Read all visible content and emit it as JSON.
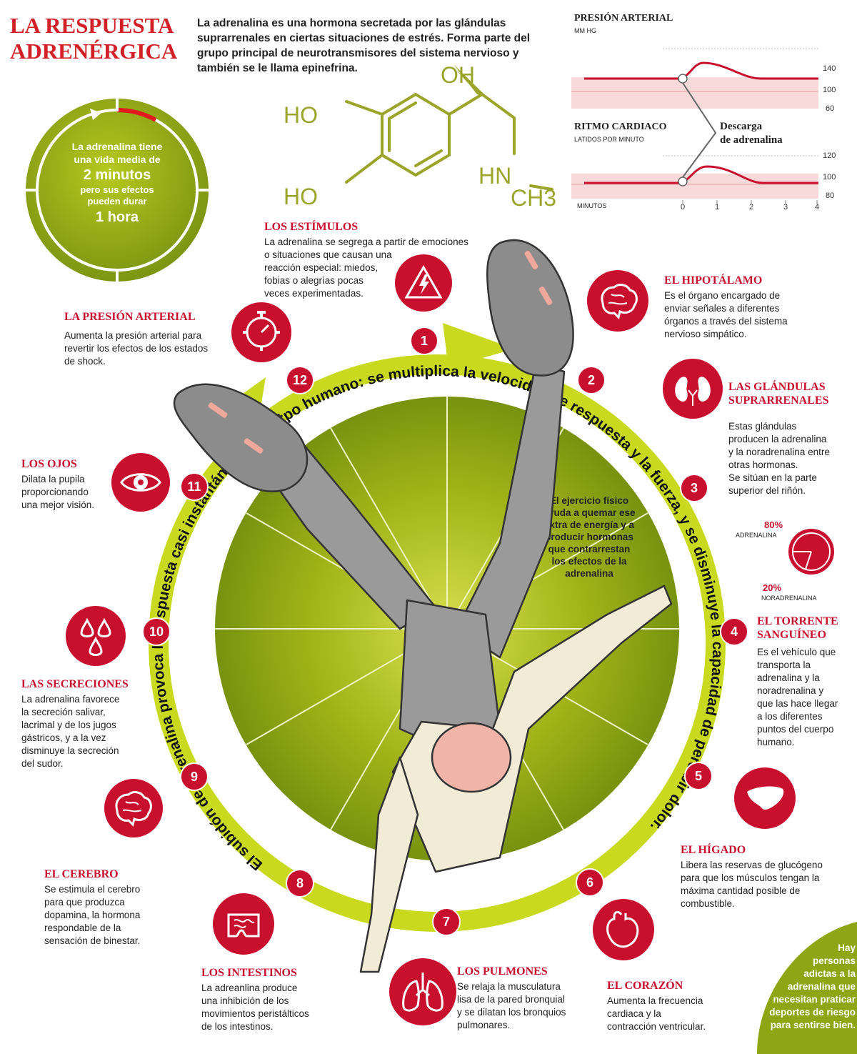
{
  "title": {
    "line1": "LA RESPUESTA",
    "line2": "ADRENÉRGICA"
  },
  "intro": "La adrenalina es una hormona secretada por las glándulas suprarrenales en ciertas situaciones de estrés. Forma parte del grupo principal de neurotransmisores del sistema nervioso y también se le llama epinefrina.",
  "molecule": {
    "oh": "OH",
    "ho1": "HO",
    "ho2": "HO",
    "hn": "HN",
    "ch3": "CH3"
  },
  "timer": {
    "line1": "La adrenalina tiene",
    "line2": "una vida media de",
    "big1": "2 minutos",
    "line3": "pero sus efectos",
    "line4": "pueden durar",
    "big2": "1 hora",
    "red_fraction": 0.08
  },
  "graphs": {
    "bp_title": "PRESIÓN ARTERIAL",
    "bp_unit": "MM HG",
    "bp_ticks": [
      "140",
      "100",
      "60"
    ],
    "hr_title": "RITMO CARDIACO",
    "hr_unit": "LATIDOS POR MINUTO",
    "hr_ticks": [
      "120",
      "100",
      "80"
    ],
    "descarga": [
      "Descarga",
      "de adrenalina"
    ],
    "x_label": "MINUTOS",
    "x_ticks": [
      "0",
      "1",
      "2",
      "3",
      "4"
    ]
  },
  "ring_text": "El subidón de adrenalina provoca la respuesta casi instantánea del cuerpo humano:  se multiplica la velocidad de respuesta y la fuerza, y se disminuye la capacidad de percibir dolor.",
  "center_note": [
    "El ejercicio físico",
    "ayuda a quemar ese",
    "extra de energía y a",
    "producir hormonas",
    "que contrarrestan",
    "los efectos de la",
    "adrenalina"
  ],
  "numbers": [
    "1",
    "2",
    "3",
    "4",
    "5",
    "6",
    "7",
    "8",
    "9",
    "10",
    "11",
    "12"
  ],
  "ratio": {
    "adr_pct": "80%",
    "adr_label": "ADRENALINA",
    "nor_pct": "20%",
    "nor_label": "NORADRENALINA",
    "adr_value": 80,
    "nor_value": 20
  },
  "sections": {
    "estimulos": {
      "title": "LOS ESTÍMULOS",
      "lines": [
        "La adrenalina se segrega a partir de emociones",
        "o situaciones que causan una",
        "reacción especial: miedos,",
        "fobias o alegrías pocas",
        "veces experimentadas."
      ]
    },
    "hipotalamo": {
      "title": "EL HIPOTÁLAMO",
      "lines": [
        "Es el órgano encargado de",
        "enviar señales a diferentes",
        "órganos a través del sistema",
        "nervioso simpático."
      ]
    },
    "glandulas": {
      "title1": "LAS GLÁNDULAS",
      "title2": "SUPRARRENALES",
      "lines": [
        "Estas glándulas",
        "producen la adrenalina",
        "y la noradrenalina entre",
        "otras hormonas.",
        "Se sitúan en la parte",
        "superior del riñón."
      ]
    },
    "torrente": {
      "title1": "EL TORRENTE",
      "title2": "SANGUÍNEO",
      "lines": [
        "Es el vehículo que",
        "transporta la",
        "adrenalina y la",
        "noradrenalina y",
        "que las hace llegar",
        "a los diferentes",
        "puntos del cuerpo",
        "humano."
      ]
    },
    "higado": {
      "title": "EL HÍGADO",
      "lines": [
        "Libera las reservas de glucógeno",
        "para que los músculos tengan la",
        "máxima cantidad posible de",
        "combustible."
      ]
    },
    "corazon": {
      "title": "EL CORAZÓN",
      "lines": [
        "Aumenta la frecuencia",
        "cardiaca y la",
        "contracción ventricular."
      ]
    },
    "pulmones": {
      "title": "LOS PULMONES",
      "lines": [
        "Se relaja la musculatura",
        "lisa de la pared bronquial",
        "y se dilatan los bronquios",
        "pulmonares."
      ]
    },
    "intestinos": {
      "title": "LOS  INTESTINOS",
      "lines": [
        "La adreanlina produce",
        "una  inhibición de los",
        "movimientos peristálticos",
        "de los intestinos."
      ]
    },
    "cerebro": {
      "title": "EL CEREBRO",
      "lines": [
        "Se estimula el cerebro",
        "para que produzca",
        "dopamina, la hormona",
        "respondable de la",
        "sensación de binestar."
      ]
    },
    "secreciones": {
      "title": "LAS SECRECIONES",
      "lines": [
        "La adrenalina favorece",
        "la secreción salivar,",
        "lacrimal y de los jugos",
        "gástricos, y a la vez",
        "disminuye la secreción",
        "del sudor."
      ]
    },
    "ojos": {
      "title": "LOS OJOS",
      "lines": [
        "Dilata la pupila",
        "proporcionando",
        "una mejor visión."
      ]
    },
    "presion": {
      "title": "LA PRESIÓN ARTERIAL",
      "lines": [
        "Aumenta la presión arterial  para",
        "revertir los efectos de los estados",
        "de shock."
      ]
    }
  },
  "corner_note": [
    "Hay",
    "personas",
    "adictas a la",
    "adrenalina que",
    "necesitan praticar",
    "deportes de riesgo",
    "para sentirse bien."
  ],
  "colors": {
    "red": "#c8102e",
    "green_dark": "#8ea514",
    "green_light": "#c8d91e",
    "olive": "#9aa52a"
  }
}
